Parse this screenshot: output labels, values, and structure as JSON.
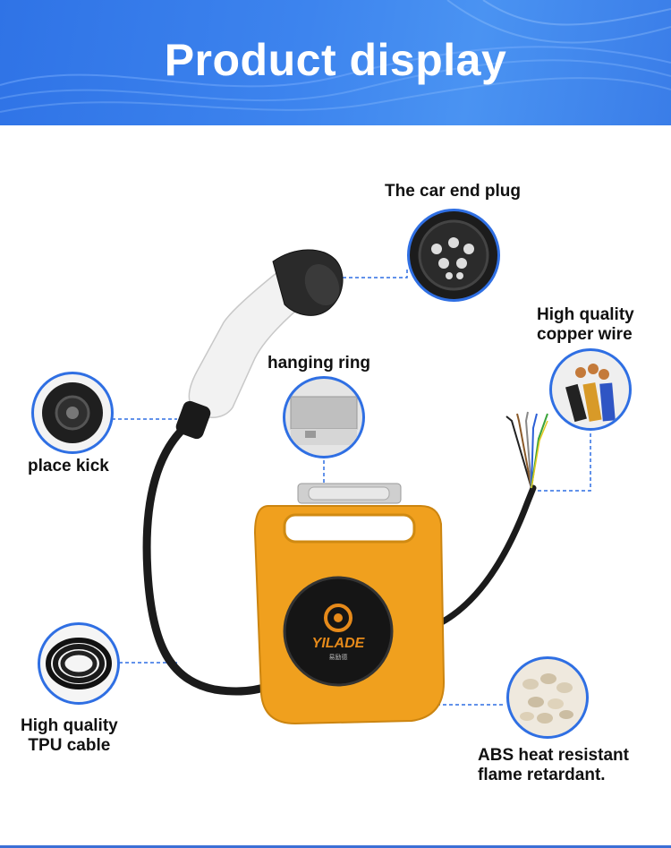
{
  "header": {
    "title": "Product display"
  },
  "product": {
    "brand": "YILADE",
    "brand_sub": "易励德"
  },
  "callouts": {
    "car_end_plug": "The car end plug",
    "copper_wire": [
      "High quality",
      "copper wire"
    ],
    "hanging_ring": "hanging ring",
    "place_kick": "place kick",
    "tpu_cable": [
      "High quality",
      "TPU cable"
    ],
    "abs_material": [
      "ABS heat resistant",
      "flame retardant."
    ]
  },
  "colors": {
    "banner": "#3a7fe9",
    "accent_ring": "#2f6fe3",
    "reel_body": "#f0a01e",
    "cable": "#1a1a1a"
  }
}
